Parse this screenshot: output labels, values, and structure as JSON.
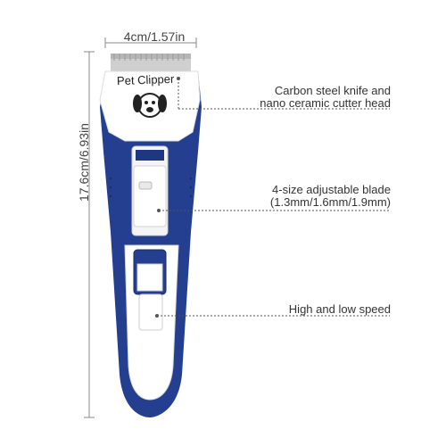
{
  "dimensions": {
    "width": "4cm/1.57in",
    "height": "17.6cm/6.93in"
  },
  "product": {
    "brand_label": "Pet Clipper",
    "colors": {
      "body": "#243f8f",
      "panel": "#ffffff",
      "blade": "#c8c8c8"
    }
  },
  "callouts": [
    {
      "line1": "Carbon steel knife and",
      "line2": "nano ceramic cutter head"
    },
    {
      "line1": "4-size adjustable blade",
      "line2": "(1.3mm/1.6mm/1.9mm)"
    },
    {
      "line1": "High and low speed",
      "line2": ""
    }
  ]
}
